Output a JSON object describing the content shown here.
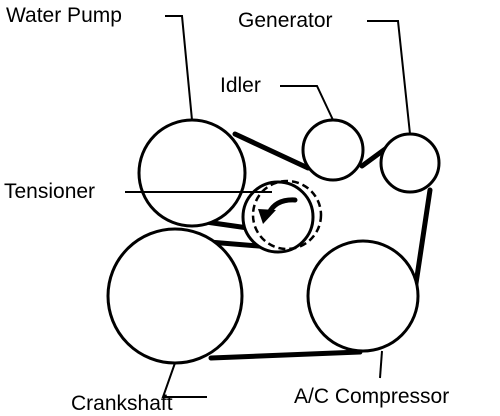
{
  "labels": {
    "water_pump": "Water Pump",
    "generator": "Generator",
    "idler": "Idler",
    "tensioner": "Tensioner",
    "crankshaft": "Crankshaft",
    "ac_compressor": "A/C Compressor"
  },
  "colors": {
    "line": "#000000",
    "background": "#ffffff"
  }
}
